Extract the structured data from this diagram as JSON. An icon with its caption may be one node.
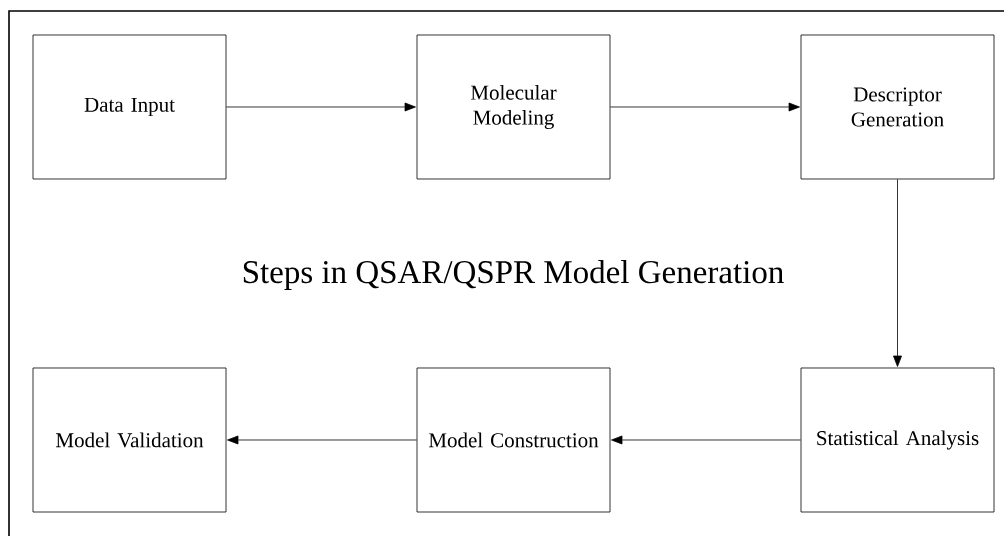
{
  "diagram": {
    "title": "Steps in QSAR/QSPR Model Generation",
    "nodes": [
      {
        "text": [
          "Data Input"
        ]
      },
      {
        "text": [
          "Molecular Modeling"
        ]
      },
      {
        "text": [
          "Descriptor Generation"
        ]
      },
      {
        "text": [
          "Model Validation"
        ]
      },
      {
        "text": [
          "Model Construction"
        ]
      },
      {
        "text": [
          "Statistical Analysis"
        ]
      }
    ],
    "edges": [
      {
        "from": 0,
        "to": 1,
        "arrow": "to"
      },
      {
        "from": 1,
        "to": 2,
        "arrow": "to"
      },
      {
        "from": 2,
        "to": 5,
        "arrow": "to"
      },
      {
        "from": 5,
        "to": 4,
        "arrow": "to"
      },
      {
        "from": 4,
        "to": 3,
        "arrow": "to"
      }
    ]
  }
}
